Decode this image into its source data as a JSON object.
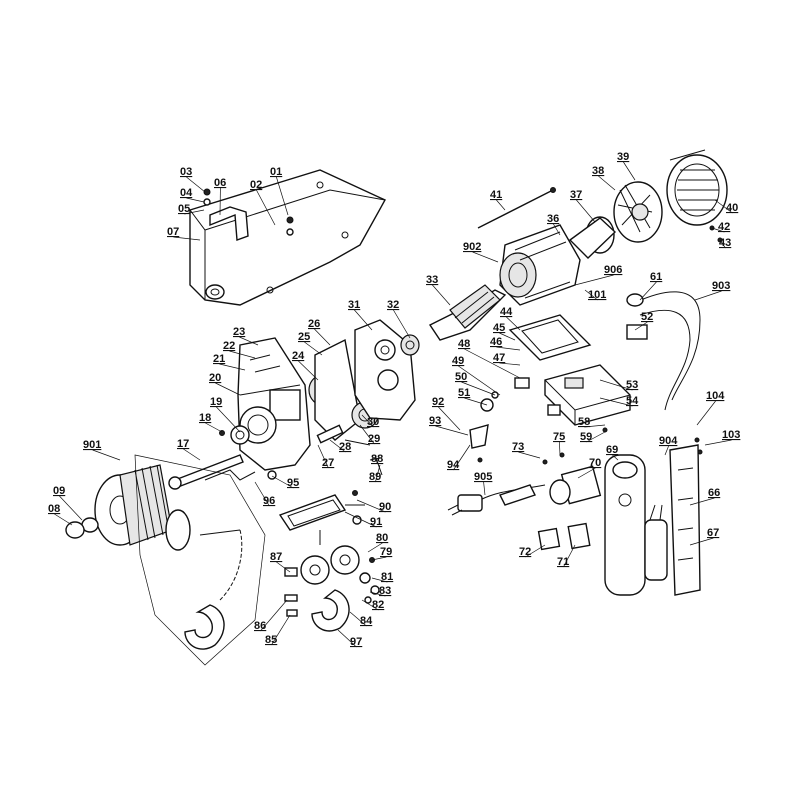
{
  "diagram": {
    "labels": [
      "01",
      "02",
      "03",
      "04",
      "05",
      "06",
      "07",
      "08",
      "09",
      "17",
      "18",
      "19",
      "20",
      "21",
      "22",
      "23",
      "24",
      "25",
      "26",
      "27",
      "28",
      "29",
      "30",
      "31",
      "32",
      "33",
      "36",
      "37",
      "38",
      "39",
      "40",
      "41",
      "42",
      "43",
      "44",
      "45",
      "46",
      "47",
      "48",
      "49",
      "50",
      "51",
      "52",
      "53",
      "54",
      "58",
      "59",
      "61",
      "66",
      "67",
      "69",
      "70",
      "71",
      "72",
      "73",
      "75",
      "79",
      "80",
      "81",
      "82",
      "83",
      "84",
      "85",
      "86",
      "87",
      "88",
      "89",
      "90",
      "91",
      "92",
      "93",
      "94",
      "95",
      "96",
      "97",
      "101",
      "103",
      "104",
      "901",
      "902",
      "903",
      "904",
      "905",
      "906"
    ]
  }
}
